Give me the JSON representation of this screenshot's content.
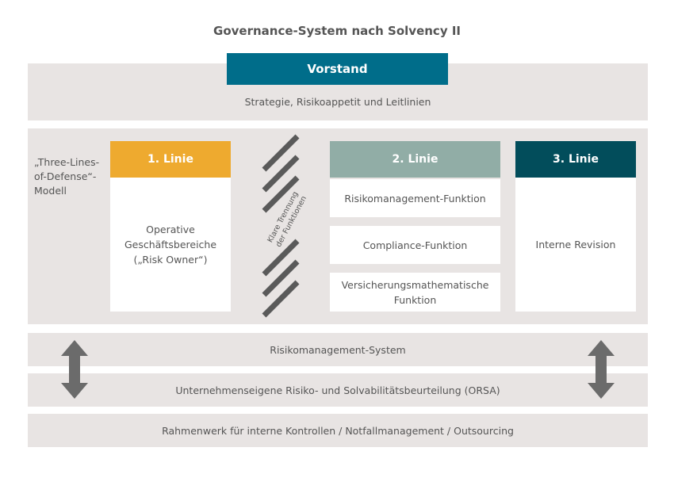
{
  "title": "Governance-System nach Solvency II",
  "board": {
    "label": "Vorstand",
    "subtitle": "Strategie, Risikoappetit und Leitlinien"
  },
  "model_label": [
    "„Three-Lines-",
    "of-Defense“-",
    "Modell"
  ],
  "separator_label": [
    "Klare Trennung",
    "der Funktionen"
  ],
  "line1": {
    "header": "1. Linie",
    "body": [
      "Operative",
      "Geschäftsbereiche",
      "(„Risk Owner“)"
    ]
  },
  "line2": {
    "header": "2. Linie",
    "functions": [
      [
        "Risikomanagement-Funktion"
      ],
      [
        "Compliance-Funktion"
      ],
      [
        "Versicherungsmathematische",
        "Funktion"
      ]
    ]
  },
  "line3": {
    "header": "3. Linie",
    "body": "Interne Revision"
  },
  "bands": [
    "Risikomanagement-System",
    "Unternehmenseigene Risiko- und Solvabilitätsbeurteilung (ORSA)",
    "Rahmenwerk für interne Kontrollen / Notfallmanagement / Outsourcing"
  ],
  "colors": {
    "board": "#006d8a",
    "line1": "#eeaa2f",
    "line2": "#91ada6",
    "line3": "#024d5b",
    "band": "#e8e4e3",
    "stripe": "#5a5a5a",
    "arrow": "#6b6b6b"
  }
}
